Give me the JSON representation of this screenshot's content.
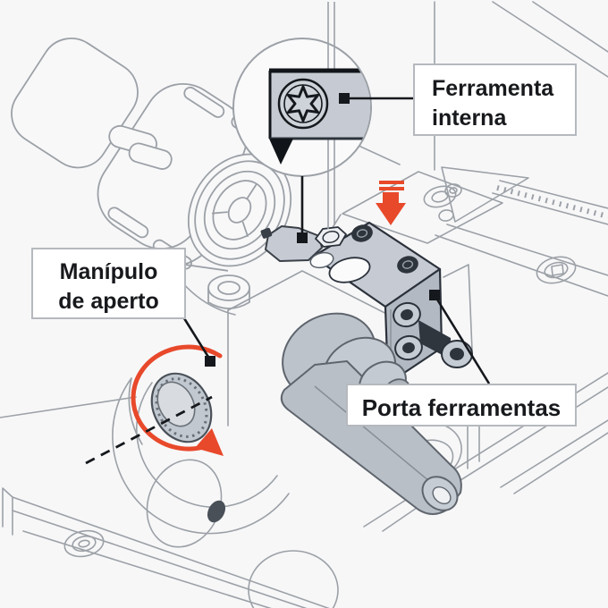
{
  "diagram": {
    "labels": {
      "ferramenta_interna": {
        "line1": "Ferramenta",
        "line2": "interna"
      },
      "manipulo_aperto": {
        "line1": "Manípulo",
        "line2": "de aperto"
      },
      "porta_ferramentas": {
        "text": "Porta ferramentas"
      }
    },
    "icons": {
      "magnifier": "detail-zoom-circle",
      "torx_screw": "torx-screw-head",
      "down_arrow": "press-down-arrow",
      "rotation_arrow": "rotate-handle-arrow",
      "axis_line": "dashed-axis-line"
    },
    "colors": {
      "background": "#F7F7F8",
      "line_gray": "#9CA1A7",
      "part_gray": "#C6CBD3",
      "part_gray_dark": "#B2B9C2",
      "accent_orange": "#E8492B",
      "outline_dark": "#15181C",
      "label_border": "#B5B9BE",
      "label_text": "#17191C"
    }
  }
}
